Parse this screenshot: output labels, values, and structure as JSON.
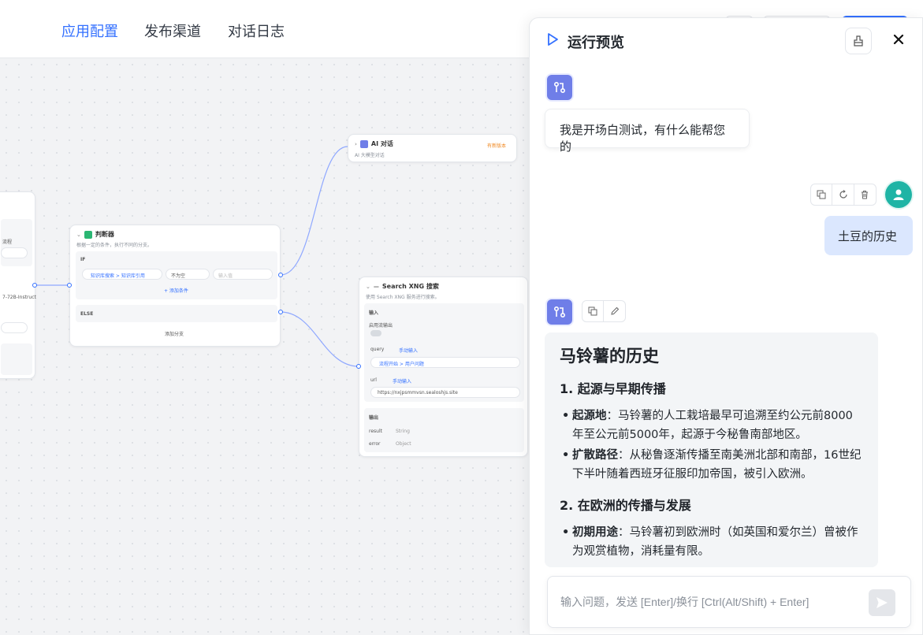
{
  "nav": {
    "tabs": [
      {
        "label": "应用配置",
        "active": true
      },
      {
        "label": "发布渠道",
        "active": false
      },
      {
        "label": "对话日志",
        "active": false
      }
    ]
  },
  "canvas": {
    "ai_node": {
      "title": "AI 对话",
      "subtitle": "AI 大模型对话",
      "badge": "有新版本"
    },
    "judge_node": {
      "title": "判断器",
      "subtitle": "根据一定的条件，执行不同的分支。",
      "if_label": "IF",
      "condition_var": "知识库搜索 > 知识库引用",
      "operator": "不为空",
      "value_placeholder": "输入值",
      "add_condition": "+ 添加条件",
      "else_label": "ELSE",
      "add_branch": "添加分支"
    },
    "search_node": {
      "title": "Search XNG 搜索",
      "subtitle": "使用 Search XNG 服务进行搜索。",
      "input_section": "输入",
      "stream_label": "启用流输出",
      "query_label": "query",
      "query_type": "手动输入",
      "query_value": "流程开始 > 用户问题",
      "url_label": "url",
      "url_type": "手动输入",
      "url_value": "https://nxjpsmmvsn.sealoshjs.site",
      "output_section": "输出",
      "outputs": [
        {
          "name": "result",
          "type": "String"
        },
        {
          "name": "error",
          "type": "Object"
        }
      ]
    },
    "left_node": {
      "partial_text": "7-72B-Instruct",
      "partial_label": "流程"
    }
  },
  "chat": {
    "title": "运行预览",
    "greeting": "我是开场白测试，有什么能帮您的",
    "user_message": "土豆的历史",
    "answer": {
      "title": "马铃薯的历史",
      "sections": [
        {
          "heading": "1. 起源与早期传播",
          "items": [
            {
              "term": "起源地",
              "text": "：马铃薯的人工栽培最早可追溯至约公元前8000年至公元前5000年，起源于今秘鲁南部地区。"
            },
            {
              "term": "扩散路径",
              "text": "：从秘鲁逐渐传播至南美洲北部和南部，16世纪下半叶随着西班牙征服印加帝国，被引入欧洲。"
            }
          ]
        },
        {
          "heading": "2. 在欧洲的传播与发展",
          "items": [
            {
              "term": "初期用途",
              "text": "：马铃薯初到欧洲时（如英国和爱尔兰）曾被作为观赏植物，消耗量有限。"
            }
          ]
        }
      ]
    },
    "input": {
      "placeholder": "输入问题，发送 [Enter]/换行 [Ctrl(Alt/Shift) + Enter]",
      "value": ""
    }
  },
  "colors": {
    "accent": "#3370ff",
    "bot_avatar": "#6f7ee8",
    "user_avatar": "#1fb4a5",
    "user_bubble": "#dbe7fe"
  }
}
